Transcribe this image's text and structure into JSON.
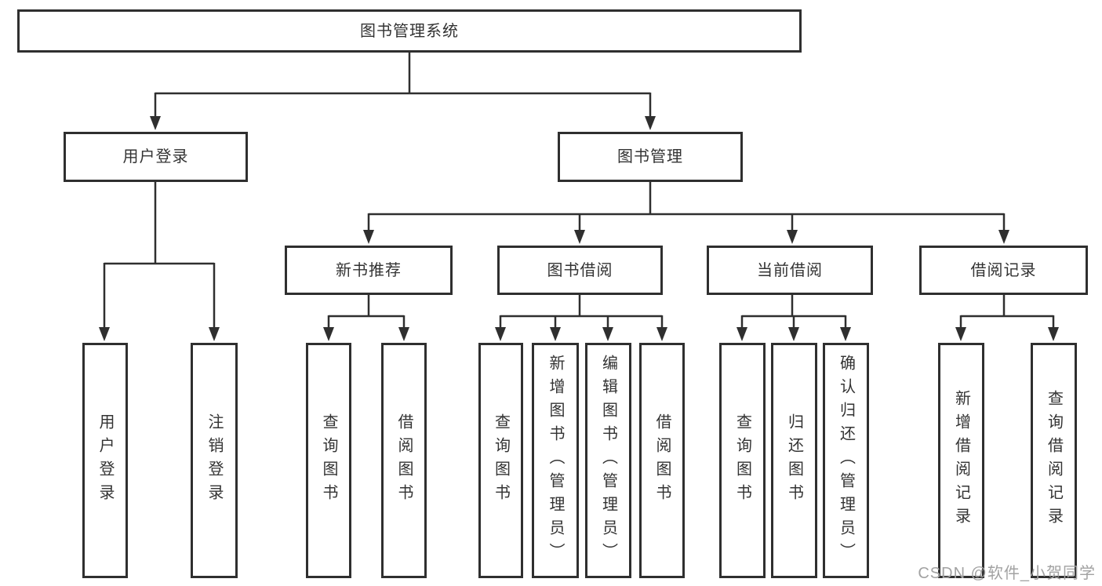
{
  "diagram": {
    "title": "图书管理系统",
    "colors": {
      "line": "#2f2f2f",
      "box_border": "#2f2f2f",
      "text": "#333333",
      "watermark": "#a2a2a2",
      "background": "#ffffff"
    },
    "nodes": {
      "root": "图书管理系统",
      "l2": {
        "user_login": "用户登录",
        "book_mgmt": "图书管理"
      },
      "l3": {
        "new_books": "新书推荐",
        "book_borrow": "图书借阅",
        "current_borrow": "当前借阅",
        "borrow_records": "借阅记录"
      },
      "l4": {
        "user_login": "用户登录",
        "logout": "注销登录",
        "nb_query": "查询图书",
        "nb_borrow": "借阅图书",
        "bb_query": "查询图书",
        "bb_add": "新增图书（管理员）",
        "bb_edit": "编辑图书（管理员）",
        "bb_borrow": "借阅图书",
        "cb_query": "查询图书",
        "cb_return": "归还图书",
        "cb_confirm": "确认归还（管理员）",
        "br_add": "新增借阅记录",
        "br_query": "查询借阅记录"
      }
    },
    "watermark": "CSDN @软件_小贺同学"
  }
}
